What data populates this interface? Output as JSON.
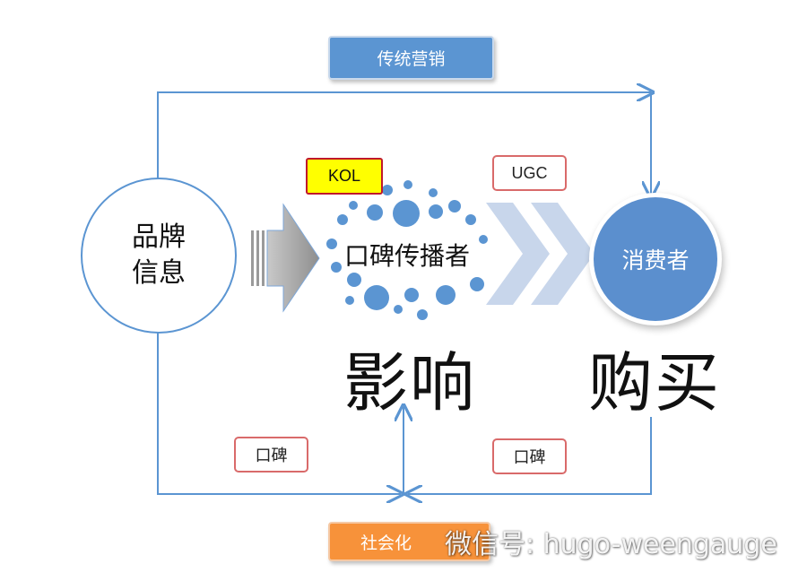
{
  "boxes": {
    "traditional_marketing": "传统营销",
    "social_media": "社会化"
  },
  "tags": {
    "kol": "KOL",
    "ugc": "UGC",
    "word_of_mouth_left": "口碑",
    "word_of_mouth_right": "口碑"
  },
  "nodes": {
    "brand_line1": "品牌",
    "brand_line2": "信息",
    "spreader": "口碑传播者",
    "consumer": "消费者"
  },
  "stages": {
    "influence": "影响",
    "purchase": "购买"
  },
  "watermark": "微信号: hugo-weengauge",
  "colors": {
    "line_blue": "#5b95d2",
    "box_blue": "#5b95d2",
    "box_orange": "#f7923a",
    "kol_yellow": "#ffff00",
    "tag_border_red": "#d96a6a",
    "chevron": "#c8d6eb",
    "arrow_gray": "#a6a6a6"
  },
  "icons": [
    "arrow-right-icon",
    "chevron-right-icon",
    "wechat-icon"
  ]
}
